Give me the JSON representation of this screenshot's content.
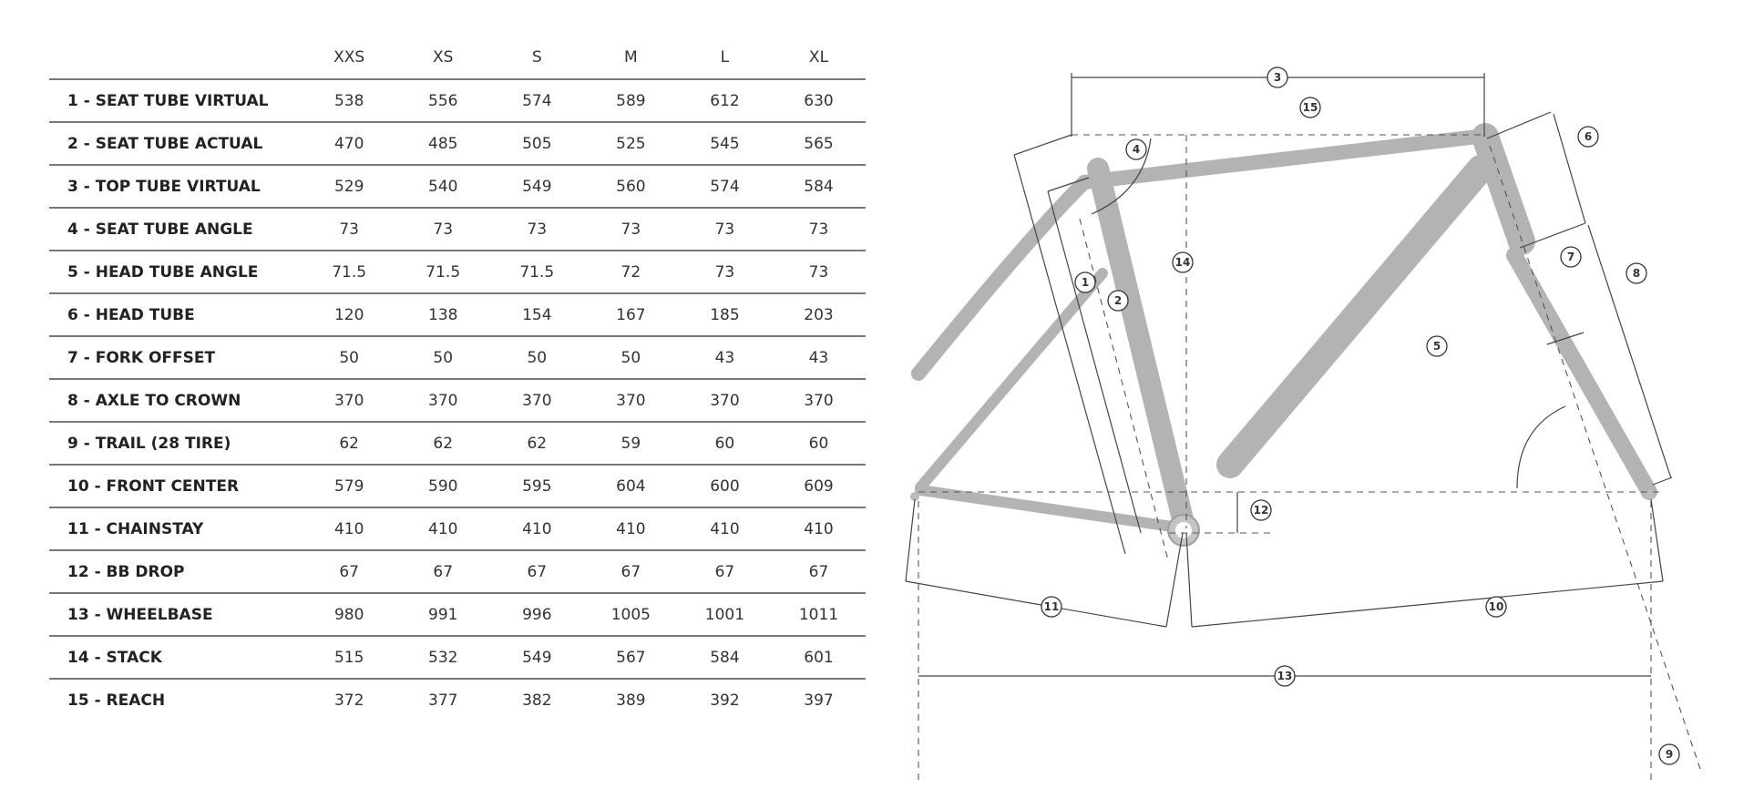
{
  "sizes": [
    "XXS",
    "XS",
    "S",
    "M",
    "L",
    "XL"
  ],
  "rows": [
    {
      "label": "1 - SEAT TUBE VIRTUAL",
      "values": [
        "538",
        "556",
        "574",
        "589",
        "612",
        "630"
      ]
    },
    {
      "label": "2 - SEAT TUBE ACTUAL",
      "values": [
        "470",
        "485",
        "505",
        "525",
        "545",
        "565"
      ]
    },
    {
      "label": "3 - TOP TUBE VIRTUAL",
      "values": [
        "529",
        "540",
        "549",
        "560",
        "574",
        "584"
      ]
    },
    {
      "label": "4 - SEAT TUBE ANGLE",
      "values": [
        "73",
        "73",
        "73",
        "73",
        "73",
        "73"
      ]
    },
    {
      "label": "5 - HEAD TUBE ANGLE",
      "values": [
        "71.5",
        "71.5",
        "71.5",
        "72",
        "73",
        "73"
      ]
    },
    {
      "label": "6 - HEAD TUBE",
      "values": [
        "120",
        "138",
        "154",
        "167",
        "185",
        "203"
      ]
    },
    {
      "label": "7 - FORK OFFSET",
      "values": [
        "50",
        "50",
        "50",
        "50",
        "43",
        "43"
      ]
    },
    {
      "label": "8 - AXLE TO CROWN",
      "values": [
        "370",
        "370",
        "370",
        "370",
        "370",
        "370"
      ]
    },
    {
      "label": "9 - TRAIL (28 TIRE)",
      "values": [
        "62",
        "62",
        "62",
        "59",
        "60",
        "60"
      ]
    },
    {
      "label": "10 - FRONT CENTER",
      "values": [
        "579",
        "590",
        "595",
        "604",
        "600",
        "609"
      ]
    },
    {
      "label": "11 - CHAINSTAY",
      "values": [
        "410",
        "410",
        "410",
        "410",
        "410",
        "410"
      ]
    },
    {
      "label": "12 - BB DROP",
      "values": [
        "67",
        "67",
        "67",
        "67",
        "67",
        "67"
      ]
    },
    {
      "label": "13 - WHEELBASE",
      "values": [
        "980",
        "991",
        "996",
        "1005",
        "1001",
        "1011"
      ]
    },
    {
      "label": "14 - STACK",
      "values": [
        "515",
        "532",
        "549",
        "567",
        "584",
        "601"
      ]
    },
    {
      "label": "15 - REACH",
      "values": [
        "372",
        "377",
        "382",
        "389",
        "392",
        "397"
      ]
    }
  ],
  "diagram": {
    "callouts": [
      "1",
      "2",
      "3",
      "4",
      "5",
      "6",
      "7",
      "8",
      "9",
      "10",
      "11",
      "12",
      "13",
      "14",
      "15"
    ],
    "frame_color": "#b3b3b3",
    "line_color": "#444444"
  }
}
